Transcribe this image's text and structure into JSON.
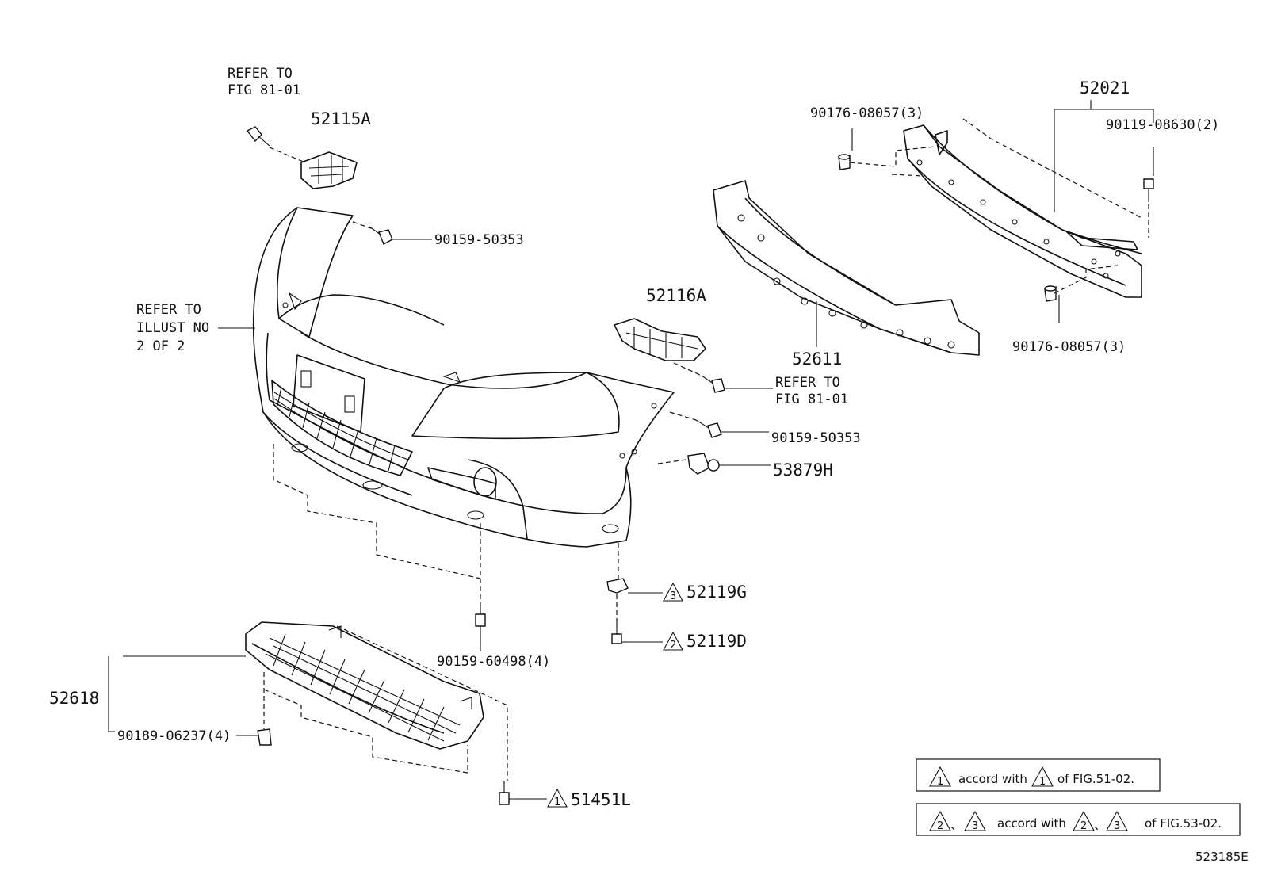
{
  "callouts": {
    "refer_fig_top_line1": "REFER TO",
    "refer_fig_top_line2": "FIG 81-01",
    "p52115A": "52115A",
    "p90159_50353_top": "90159-50353",
    "refer_illust_line1": "REFER TO",
    "refer_illust_line2": "ILLUST NO",
    "refer_illust_line3": "2 OF 2",
    "p52116A": "52116A",
    "refer_fig_mid_line1": "REFER TO",
    "refer_fig_mid_line2": "FIG 81-01",
    "p90159_50353_mid": "90159-50353",
    "p53879H": "53879H",
    "p52611": "52611",
    "p52021": "52021",
    "p90176_08057_top": "90176-08057(3)",
    "p90119_08630": "90119-08630(2)",
    "p90176_08057_bot": "90176-08057(3)",
    "p52119G": "52119G",
    "p52119D": "52119D",
    "p90159_60498": "90159-60498(4)",
    "p52618": "52618",
    "p90189_06237": "90189-06237(4)",
    "p51451L": "51451L"
  },
  "markers": {
    "m52119G": "3",
    "m52119D": "2",
    "m51451L": "1"
  },
  "notes": {
    "note1": {
      "marker_a": "1",
      "text": "accord with",
      "marker_b": "1",
      "suffix": "of FIG.51-02."
    },
    "note2": {
      "marker_a": "2",
      "sep": "、",
      "marker_b": "3",
      "text": "accord with",
      "marker_c": "2",
      "sep2": "、",
      "marker_d": "3",
      "suffix": "of FIG.53-02."
    }
  },
  "figure_id": "523185E"
}
